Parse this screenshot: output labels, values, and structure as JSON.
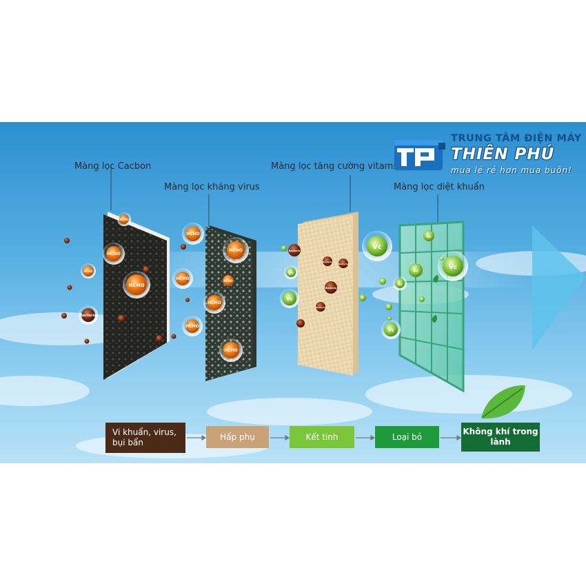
{
  "labels": {
    "cacbon": "Màng lọc Cacbon",
    "antivirus": "Màng lọc kháng virus",
    "vitamin": "Màng lọc tăng cường vitamin",
    "antibacterial": "Màng lọc diệt khuẩn"
  },
  "logo": {
    "line1": "TRUNG TÂM ĐIỆN MÁY ®",
    "line2": "THIÊN PHÚ",
    "line3": "mua lẻ rẻ hơn mua buôn!"
  },
  "particles": {
    "hcho": "HCHO",
    "bacteria": "Bacteria",
    "vc": "Vc"
  },
  "steps": {
    "step1": "Vi khuẩn, virus, bụi bẩn",
    "step2": "Hấp phụ",
    "step3": "Kết tinh",
    "step4": "Loại bỏ",
    "step5": "Không khí trong lành"
  },
  "colors": {
    "step1": "#4b2a17",
    "step2": "#c9a27a",
    "step3": "#7ac53a",
    "step4": "#1f9a3a",
    "step5": "#146b33",
    "hcho_ball": "#f07a12",
    "bacteria_ball": "#7a2a14",
    "vitamin_ball": "#7cc140"
  }
}
